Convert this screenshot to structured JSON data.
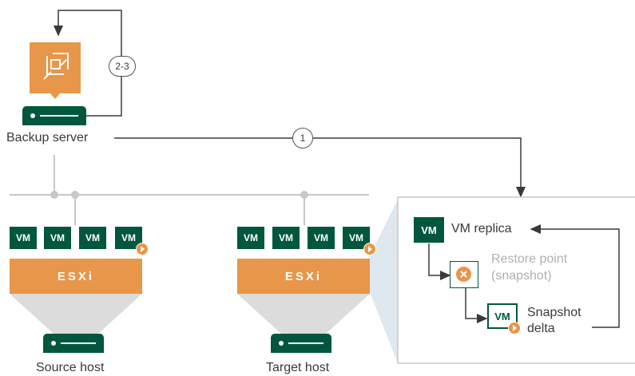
{
  "backup_server": {
    "label": "Backup server"
  },
  "steps": {
    "step1": "1",
    "step23": "2-3"
  },
  "source": {
    "esxi_label": "ESXi",
    "host_label": "Source host",
    "vm_labels": [
      "VM",
      "VM",
      "VM",
      "VM"
    ]
  },
  "target": {
    "esxi_label": "ESXi",
    "host_label": "Target host",
    "vm_labels": [
      "VM",
      "VM",
      "VM",
      "VM"
    ]
  },
  "replica_panel": {
    "vm_badge": "VM",
    "vm_label": "VM replica",
    "restore_point_line1": "Restore point",
    "restore_point_line2": "(snapshot)",
    "delta_badge": "VM",
    "delta_line1": "Snapshot",
    "delta_line2": "delta"
  },
  "colors": {
    "brand_green": "#00573d",
    "accent_orange": "#e8964a",
    "line_gray": "#c8c8c8"
  },
  "icons": [
    "backup-server-icon",
    "server-icon",
    "snapshot-icon",
    "play-icon"
  ]
}
